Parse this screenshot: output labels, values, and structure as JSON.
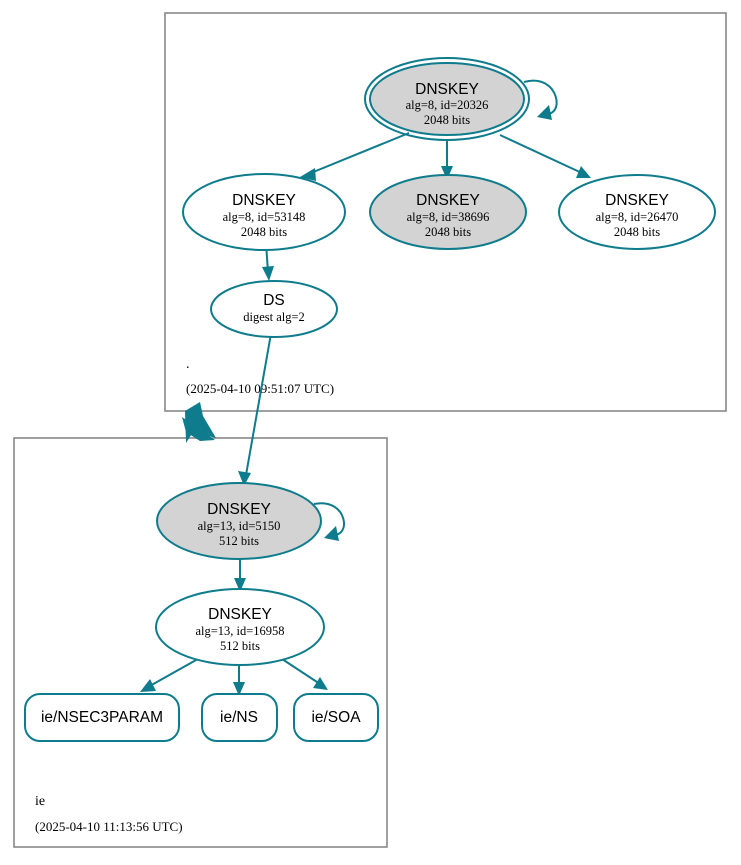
{
  "diagram": {
    "kind": "dnssec-authentication-chain",
    "accent_color": "#0e7c8c",
    "secure_fill_color": "#d3d3d3",
    "zone_box_border_color": "#888888",
    "zones": [
      {
        "id": "root",
        "name": ".",
        "timestamp": "(2025-04-10 09:51:07 UTC)"
      },
      {
        "id": "ie",
        "name": "ie",
        "timestamp": "(2025-04-10 11:13:56 UTC)"
      }
    ],
    "nodes": {
      "root_ksk": {
        "type": "DNSKEY",
        "title": "DNSKEY",
        "line2": "alg=8, id=20326",
        "line3": "2048 bits",
        "alg": 8,
        "key_id": 20326,
        "bits": 2048,
        "trust_anchor": true,
        "shaded": true,
        "self_signed": true
      },
      "root_zsk_53148": {
        "type": "DNSKEY",
        "title": "DNSKEY",
        "line2": "alg=8, id=53148",
        "line3": "2048 bits",
        "alg": 8,
        "key_id": 53148,
        "bits": 2048,
        "trust_anchor": false,
        "shaded": false,
        "self_signed": false
      },
      "root_zsk_38696": {
        "type": "DNSKEY",
        "title": "DNSKEY",
        "line2": "alg=8, id=38696",
        "line3": "2048 bits",
        "alg": 8,
        "key_id": 38696,
        "bits": 2048,
        "trust_anchor": false,
        "shaded": true,
        "self_signed": false
      },
      "root_zsk_26470": {
        "type": "DNSKEY",
        "title": "DNSKEY",
        "line2": "alg=8, id=26470",
        "line3": "2048 bits",
        "alg": 8,
        "key_id": 26470,
        "bits": 2048,
        "trust_anchor": false,
        "shaded": false,
        "self_signed": false
      },
      "ds_ie": {
        "type": "DS",
        "title": "DS",
        "line2": "digest alg=2",
        "digest_alg": 2
      },
      "ie_ksk": {
        "type": "DNSKEY",
        "title": "DNSKEY",
        "line2": "alg=13, id=5150",
        "line3": "512 bits",
        "alg": 13,
        "key_id": 5150,
        "bits": 512,
        "trust_anchor": false,
        "shaded": true,
        "self_signed": true
      },
      "ie_zsk": {
        "type": "DNSKEY",
        "title": "DNSKEY",
        "line2": "alg=13, id=16958",
        "line3": "512 bits",
        "alg": 13,
        "key_id": 16958,
        "bits": 512,
        "trust_anchor": false,
        "shaded": false,
        "self_signed": false
      },
      "rrset_nsec3param": {
        "type": "RRset",
        "label": "ie/NSEC3PARAM"
      },
      "rrset_ns": {
        "type": "RRset",
        "label": "ie/NS"
      },
      "rrset_soa": {
        "type": "RRset",
        "label": "ie/SOA"
      }
    }
  }
}
